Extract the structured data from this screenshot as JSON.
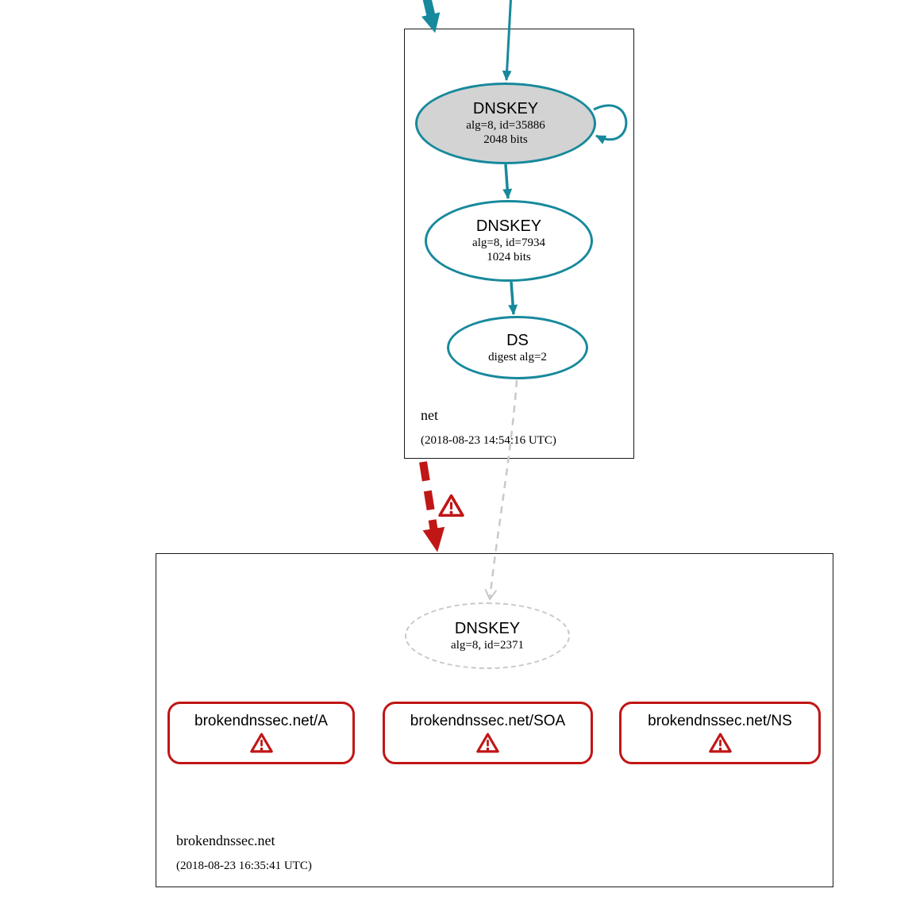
{
  "colors": {
    "teal": "#17899c",
    "red": "#c01616",
    "node_fill": "#d3d3d3",
    "dashed_gray": "#c9c9c9",
    "border_black": "#1a1a1a"
  },
  "icons": {
    "warning": "triangle-exclamation"
  },
  "zones": {
    "net": {
      "name": "net",
      "timestamp": "(2018-08-23 14:54:16 UTC)",
      "nodes": {
        "ksk": {
          "title": "DNSKEY",
          "params": "alg=8, id=35886",
          "bits": "2048 bits"
        },
        "zsk": {
          "title": "DNSKEY",
          "params": "alg=8, id=7934",
          "bits": "1024 bits"
        },
        "ds": {
          "title": "DS",
          "params": "digest alg=2"
        }
      }
    },
    "brokendnssec": {
      "name": "brokendnssec.net",
      "timestamp": "(2018-08-23 16:35:41 UTC)",
      "nodes": {
        "dnskey": {
          "title": "DNSKEY",
          "params": "alg=8, id=2371"
        }
      },
      "rrsets": [
        {
          "label": "brokendnssec.net/A"
        },
        {
          "label": "brokendnssec.net/SOA"
        },
        {
          "label": "brokendnssec.net/NS"
        }
      ]
    }
  }
}
